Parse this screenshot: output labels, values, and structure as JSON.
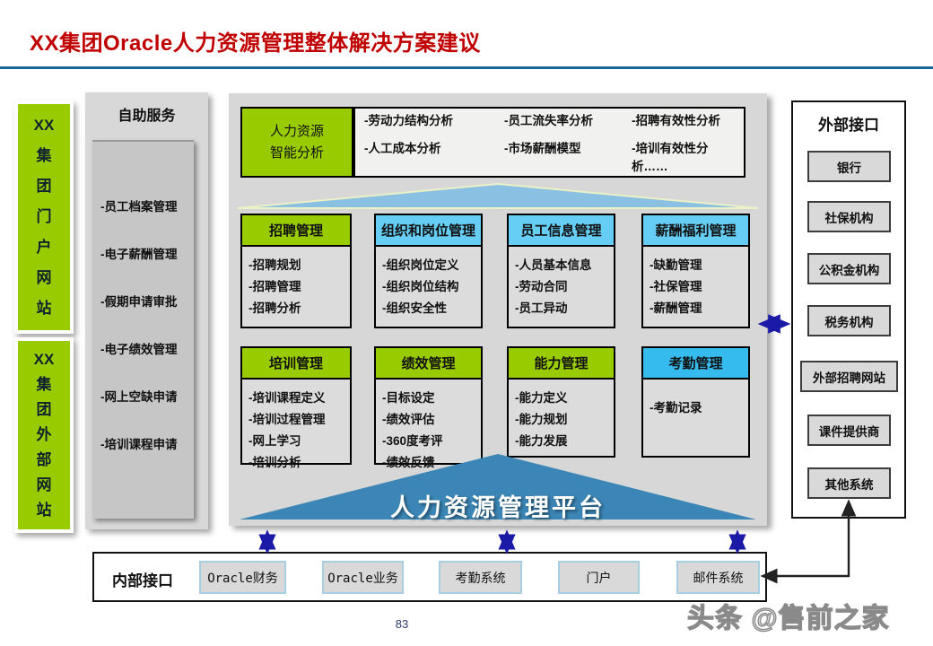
{
  "title": "XX集团Oracle人力资源管理整体解决方案建议",
  "page_number": "83",
  "watermark": "头条 @售前之家",
  "left_portals": [
    {
      "label": "XX集团门户网站",
      "lines": "XX\n集\n团\n门\n户\n网\n站"
    },
    {
      "label": "XX集团外部网站",
      "lines": "XX\n集\n团\n外\n部\n网\n站"
    }
  ],
  "selfservice": {
    "title": "自助服务",
    "items": [
      "-员工档案管理",
      "-电子薪酬管理",
      "-假期申请审批",
      "-电子绩效管理",
      "-网上空缺申请",
      "-培训课程申请"
    ]
  },
  "intelligence": {
    "label": "人力资源\n智能分析",
    "items": [
      "-劳动力结构分析",
      "-员工流失率分析",
      "-招聘有效性分析",
      "-人工成本分析",
      "-市场薪酬模型",
      "-培训有效性分析……"
    ]
  },
  "modules": [
    {
      "title": "招聘管理",
      "header_color": "green",
      "items": [
        "-招聘规划",
        "-招聘管理",
        "-招聘分析"
      ]
    },
    {
      "title": "组织和岗位管理",
      "header_color": "blue",
      "items": [
        "-组织岗位定义",
        "-组织岗位结构",
        "-组织安全性"
      ]
    },
    {
      "title": "员工信息管理",
      "header_color": "blue",
      "items": [
        "-人员基本信息",
        "-劳动合同",
        "-员工异动"
      ]
    },
    {
      "title": "薪酬福利管理",
      "header_color": "blue",
      "items": [
        "-缺勤管理",
        "-社保管理",
        "-薪酬管理"
      ]
    },
    {
      "title": "培训管理",
      "header_color": "green",
      "items": [
        "-培训课程定义",
        "-培训过程管理",
        "-网上学习",
        "-培训分析"
      ]
    },
    {
      "title": "绩效管理",
      "header_color": "green",
      "items": [
        "-目标设定",
        "-绩效评估",
        "-360度考评",
        "-绩效反馈"
      ]
    },
    {
      "title": "能力管理",
      "header_color": "green",
      "items": [
        "-能力定义",
        "-能力规划",
        "-能力发展"
      ]
    },
    {
      "title": "考勤管理",
      "header_color": "cyan",
      "items": [
        "-考勤记录"
      ]
    }
  ],
  "platform": {
    "label": "人力资源管理平台"
  },
  "internal": {
    "label": "内部接口",
    "systems": [
      "Oracle财务",
      "Oracle业务",
      "考勤系统",
      "门户",
      "邮件系统"
    ]
  },
  "external": {
    "title": "外部接口",
    "systems": [
      "银行",
      "社保机构",
      "公积金机构",
      "税务机构",
      "外部招聘网站",
      "课件提供商",
      "其他系统"
    ]
  },
  "colors": {
    "accent_green": "#99cc00",
    "accent_blue": "#66cdf4",
    "accent_cyan": "#35bbee",
    "platform_blue": "#3b86b6",
    "funnel_blue": "#8ac1e2",
    "title_red": "#c00000",
    "arrow_navy": "#1b1aa6",
    "rule_blue": "#1a699a"
  }
}
